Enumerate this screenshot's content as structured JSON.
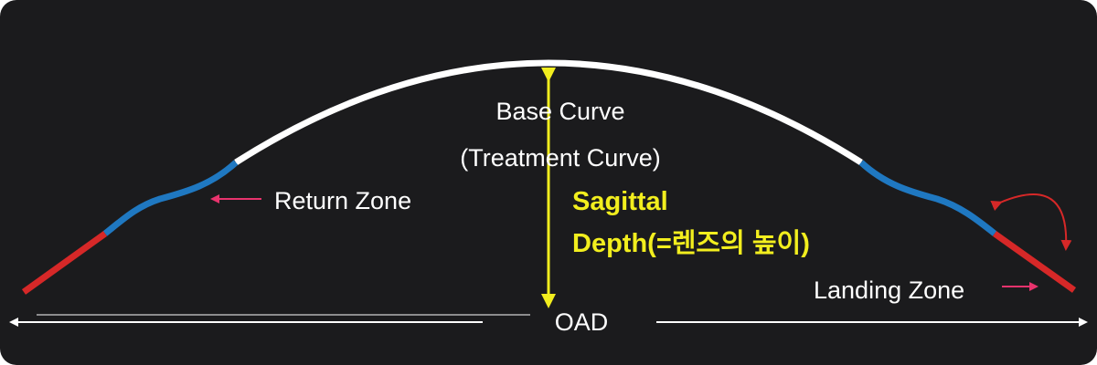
{
  "diagram": {
    "labels": {
      "base_curve_line1": "Base Curve",
      "base_curve_line2": "(Treatment Curve)",
      "return_zone": "Return Zone",
      "sagittal_line1": "Sagittal",
      "sagittal_line2": "Depth(=렌즈의 높이)",
      "landing_zone": "Landing Zone",
      "oad": "OAD"
    },
    "colors": {
      "background": "#1b1b1d",
      "base_curve": "#ffffff",
      "return_zone": "#1f78c1",
      "landing_zone": "#d62828",
      "sagittal_arrow": "#f2ee1e",
      "pointer_arrows": "#e8336d",
      "rotation_arrow": "#d62828"
    }
  }
}
